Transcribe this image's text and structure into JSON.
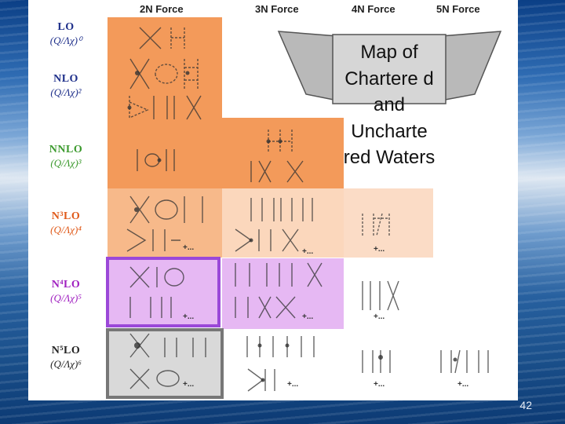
{
  "columns": [
    "2N Force",
    "3N Force",
    "4N Force",
    "5N Force"
  ],
  "rows": [
    {
      "name": "LO",
      "power": "(Q/Λχ)⁰",
      "color": "#1e2f8a"
    },
    {
      "name": "NLO",
      "power": "(Q/Λχ)²",
      "color": "#1e2f8a"
    },
    {
      "name": "NNLO",
      "power": "(Q/Λχ)³",
      "color": "#3c9a2e"
    },
    {
      "name": "N³LO",
      "power": "(Q/Λχ)⁴",
      "color": "#e05a1a"
    },
    {
      "name": "N⁴LO",
      "power": "(Q/Λχ)⁵",
      "color": "#a020c0"
    },
    {
      "name": "N⁵LO",
      "power": "(Q/Λχ)⁶",
      "color": "#222222"
    }
  ],
  "callout": "Map of Chartere d and Uncharte red Waters",
  "plus_more": "+...",
  "page_number": "42",
  "colors": {
    "orange_dark": "#f39a5a",
    "orange_light": "#fbd7bc",
    "purple": "#e6b8f3",
    "purple_border": "#9b48d8",
    "gray": "#d9d9d9",
    "gray_border": "#777777"
  }
}
